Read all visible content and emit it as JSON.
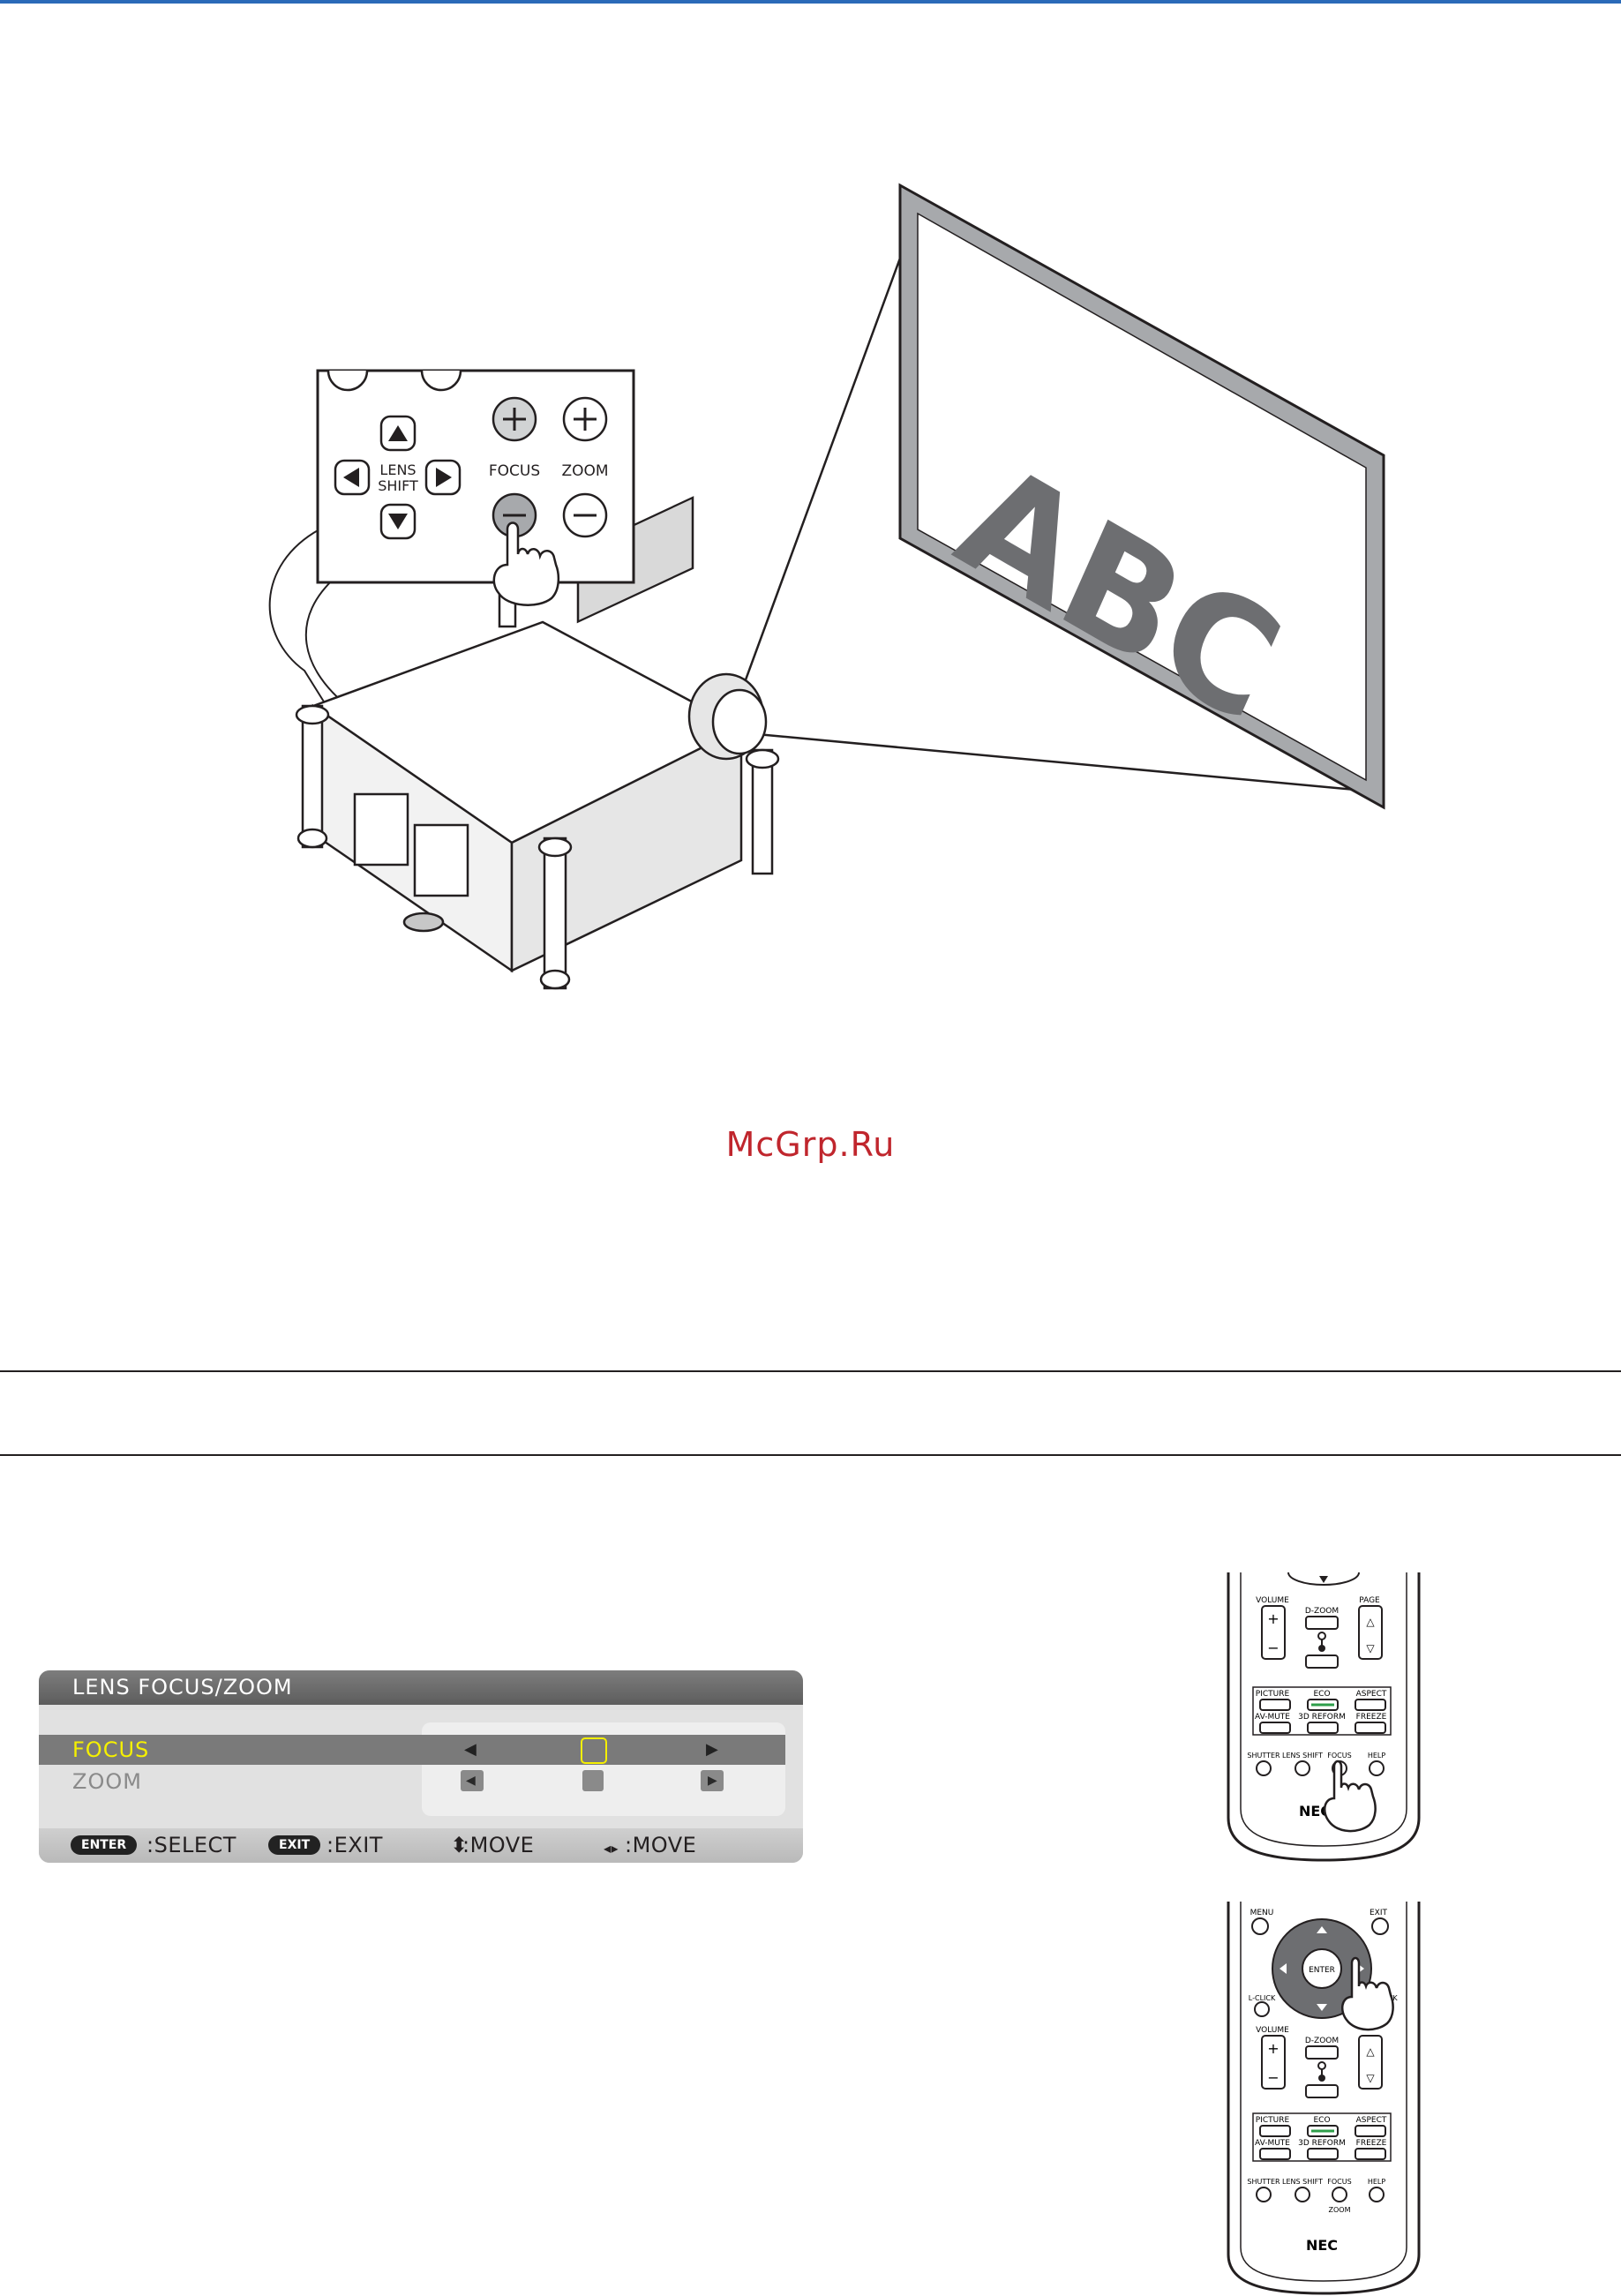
{
  "watermark": "McGrp.Ru",
  "illustration": {
    "screen_text": "ABC",
    "panel": {
      "lens_shift_label_1": "LENS",
      "lens_shift_label_2": "SHIFT",
      "focus_label": "FOCUS",
      "zoom_label": "ZOOM"
    }
  },
  "osd": {
    "title": "LENS FOCUS/ZOOM",
    "rows": [
      {
        "label": "FOCUS",
        "selected": true
      },
      {
        "label": "ZOOM",
        "selected": false
      }
    ],
    "footer": {
      "enter_key": "ENTER",
      "enter_action": ":SELECT",
      "exit_key": "EXIT",
      "exit_action": ":EXIT",
      "updown_action": ":MOVE",
      "leftright_action": ":MOVE"
    },
    "colors": {
      "selected_text": "#f5f000",
      "selected_row": "#7a7a7a",
      "title_bar": "#6b6b6b"
    }
  },
  "remote1": {
    "volume": "VOLUME",
    "dzoom": "D-ZOOM",
    "page": "PAGE",
    "picture": "PICTURE",
    "eco": "ECO",
    "aspect": "ASPECT",
    "avmute": "AV-MUTE",
    "reform": "3D REFORM",
    "freeze": "FREEZE",
    "shutter": "SHUTTER",
    "lensshift": "LENS SHIFT",
    "focus": "FOCUS",
    "help": "HELP",
    "brand": "NEC"
  },
  "remote2": {
    "menu": "MENU",
    "exit": "EXIT",
    "enter": "ENTER",
    "lclick": "L-CLICK",
    "rclick": "R-CLICK",
    "volume": "VOLUME",
    "dzoom": "D-ZOOM",
    "picture": "PICTURE",
    "eco": "ECO",
    "aspect": "ASPECT",
    "avmute": "AV-MUTE",
    "reform": "3D REFORM",
    "freeze": "FREEZE",
    "shutter": "SHUTTER",
    "lensshift": "LENS SHIFT",
    "focus": "FOCUS",
    "zoom": "ZOOM",
    "help": "HELP",
    "brand": "NEC"
  }
}
